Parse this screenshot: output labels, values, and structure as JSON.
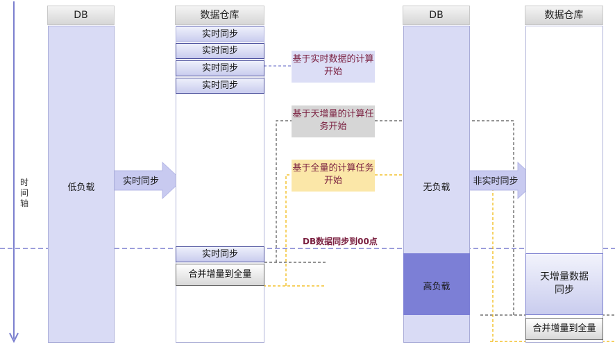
{
  "timeline": {
    "label": "时间轴"
  },
  "columns": {
    "db_left_title": "DB",
    "dw_left_title": "数据仓库",
    "db_right_title": "DB",
    "dw_right_title": "数据仓库"
  },
  "left": {
    "db_state": "低负载",
    "sync_arrow": "实时同步",
    "sync_boxes": [
      "实时同步",
      "实时同步",
      "实时同步",
      "实时同步"
    ],
    "sync_box_bottom": "实时同步",
    "merge": "合并增量到全量"
  },
  "callouts": {
    "realtime_calc": "基于实时数据的计算开始",
    "daily_incr_calc": "基于天增量的计算任务开始",
    "full_calc": "基于全量的计算任务开始"
  },
  "midnight": {
    "label": "DB数据同步到00点"
  },
  "right": {
    "db_state_idle": "无负载",
    "db_state_high": "高负载",
    "nonrealtime_arrow": "非实时同步",
    "daily_sync": "天增量数据同步",
    "merge": "合并增量到全量"
  },
  "colors": {
    "timeline": "#7b7fcf",
    "db_column": "#d9dbf5",
    "high_load": "#7c7fd6",
    "callout_blue_bg": "#dcdef6",
    "callout_gray_bg": "#d6d6d6",
    "callout_yellow_bg": "#fbe7a8",
    "callout_text": "#7a1f3f",
    "gray_dashed": "#555555",
    "yellow_dashed": "#f0b400",
    "blue_dashed": "#7b7fcf"
  }
}
